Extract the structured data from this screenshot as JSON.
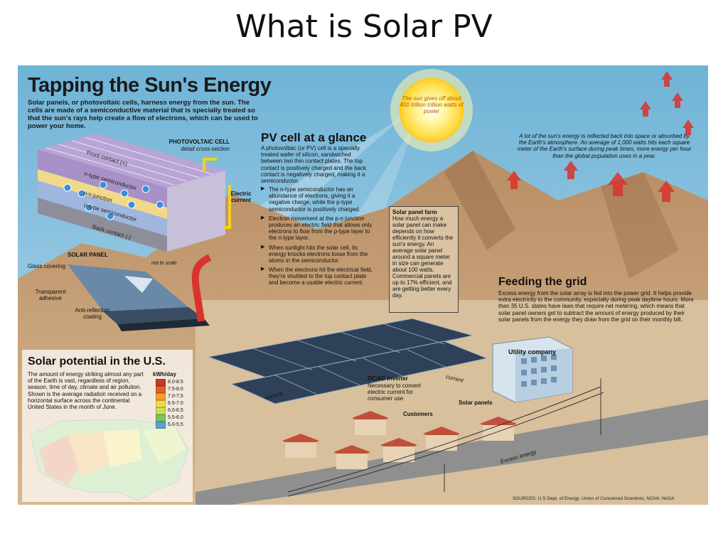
{
  "slide": {
    "title": "What is Solar PV"
  },
  "poster": {
    "title": "Tapping the Sun's Energy",
    "intro": "Solar panels, or photovoltaic cells, harness energy from the sun. The cells are made of a semiconductive material that is specially treated so that the sun's rays help create a flow of electrons, which can be used to power your home.",
    "sun_callout": "The sun gives off about 400 trillion trillion watts of power",
    "reflection_note": "A lot of the sun's energy is reflected back into space or absorbed by the Earth's atmosphere. An average of 1,000 watts hits each square meter of the Earth's surface during peak times, more energy per hour than the global population uses in a year.",
    "pv_cell": {
      "heading": "PV cell at a glance",
      "intro": "A photovoltaic (or PV) cell is a specially treated wafer of silicon, sandwiched between two thin contact plates. The top contact is positively charged and the back contact is negatively charged, making it a semiconductor.",
      "bullets": [
        "The n-type semiconductor has an abundance of electrons, giving it a negative charge, while the p-type semiconductor is positively charged.",
        "Electron movement at the p-n junction produces an electric field that allows only electrons to flow from the p-type layer to the n-type layer.",
        "When sunlight hits the solar cell, its energy knocks electrons loose from the atoms in the semiconductor.",
        "When the electrons hit the electrical field, they're shuttled to the top contact plate and become a usable electric current."
      ]
    },
    "cell_diagram": {
      "heading": "PHOTOVOLTAIC CELL",
      "subheading": "detail cross-section",
      "layers": [
        "Front contact (+)",
        "n-type semiconductor",
        "p-n junction",
        "p-type semiconductor",
        "Back contact (-)"
      ],
      "electric_current": "Electric current"
    },
    "panel_diagram": {
      "heading": "SOLAR PANEL",
      "not_to_scale": "not to scale",
      "labels": [
        "Glass covering",
        "Transparent adhesive",
        "Anti-reflection coating"
      ]
    },
    "farm": {
      "heading": "Solar panel farm",
      "body": "How much energy a solar panel can make depends on how efficiently it converts the sun's energy. An average solar panel around a square meter in size can generate about 100 watts. Commercial panels are up to 17% efficient, and are getting better every day."
    },
    "grid": {
      "heading": "Feeding the grid",
      "body": "Excess energy from the solar array is fed into the power grid. It helps provide extra electricity to the community, especially during peak daytime hours. More than 35 U.S. states have laws that require net metering, which means that solar panel owners get to subtract the amount of energy produced by their solar panels from the energy they draw from the grid on their monthly bill."
    },
    "potential": {
      "heading": "Solar potential in the U.S.",
      "body": "The amount of energy striking almost any part of the Earth is vast, regardless of region, season, time of day, climate and air pollution. Shown is the average radiation received on a horizontal surface across the continental United States in the month of June.",
      "legend_title": "kWh/day",
      "legend": [
        {
          "label": "8.0-8.5",
          "color": "#c0392b"
        },
        {
          "label": "7.5-8.0",
          "color": "#e0622c"
        },
        {
          "label": "7.0-7.5",
          "color": "#f0a030"
        },
        {
          "label": "6.5-7.0",
          "color": "#f5d84a"
        },
        {
          "label": "6.0-6.5",
          "color": "#c9df5a"
        },
        {
          "label": "5.5-6.0",
          "color": "#7cc261"
        },
        {
          "label": "5.0-5.5",
          "color": "#5aa0c8"
        }
      ]
    },
    "scene": {
      "utility_company": "Utility company",
      "inverter_heading": "DC/AC inverter",
      "inverter_body": "Necessary to convert electric current for consumer use",
      "customers": "Customers",
      "solar_panels": "Solar panels",
      "current": "current",
      "excess_energy": "Excess energy"
    },
    "sources": "SOURCES: U.S Dept. of Energy; Union of Concerned Scientists; NOVA; NASA"
  },
  "colors": {
    "sky": "#7fbcd8",
    "desert": "#c9a27a",
    "sun": "#ffe24a",
    "heat_arrow": "#d9342b"
  }
}
